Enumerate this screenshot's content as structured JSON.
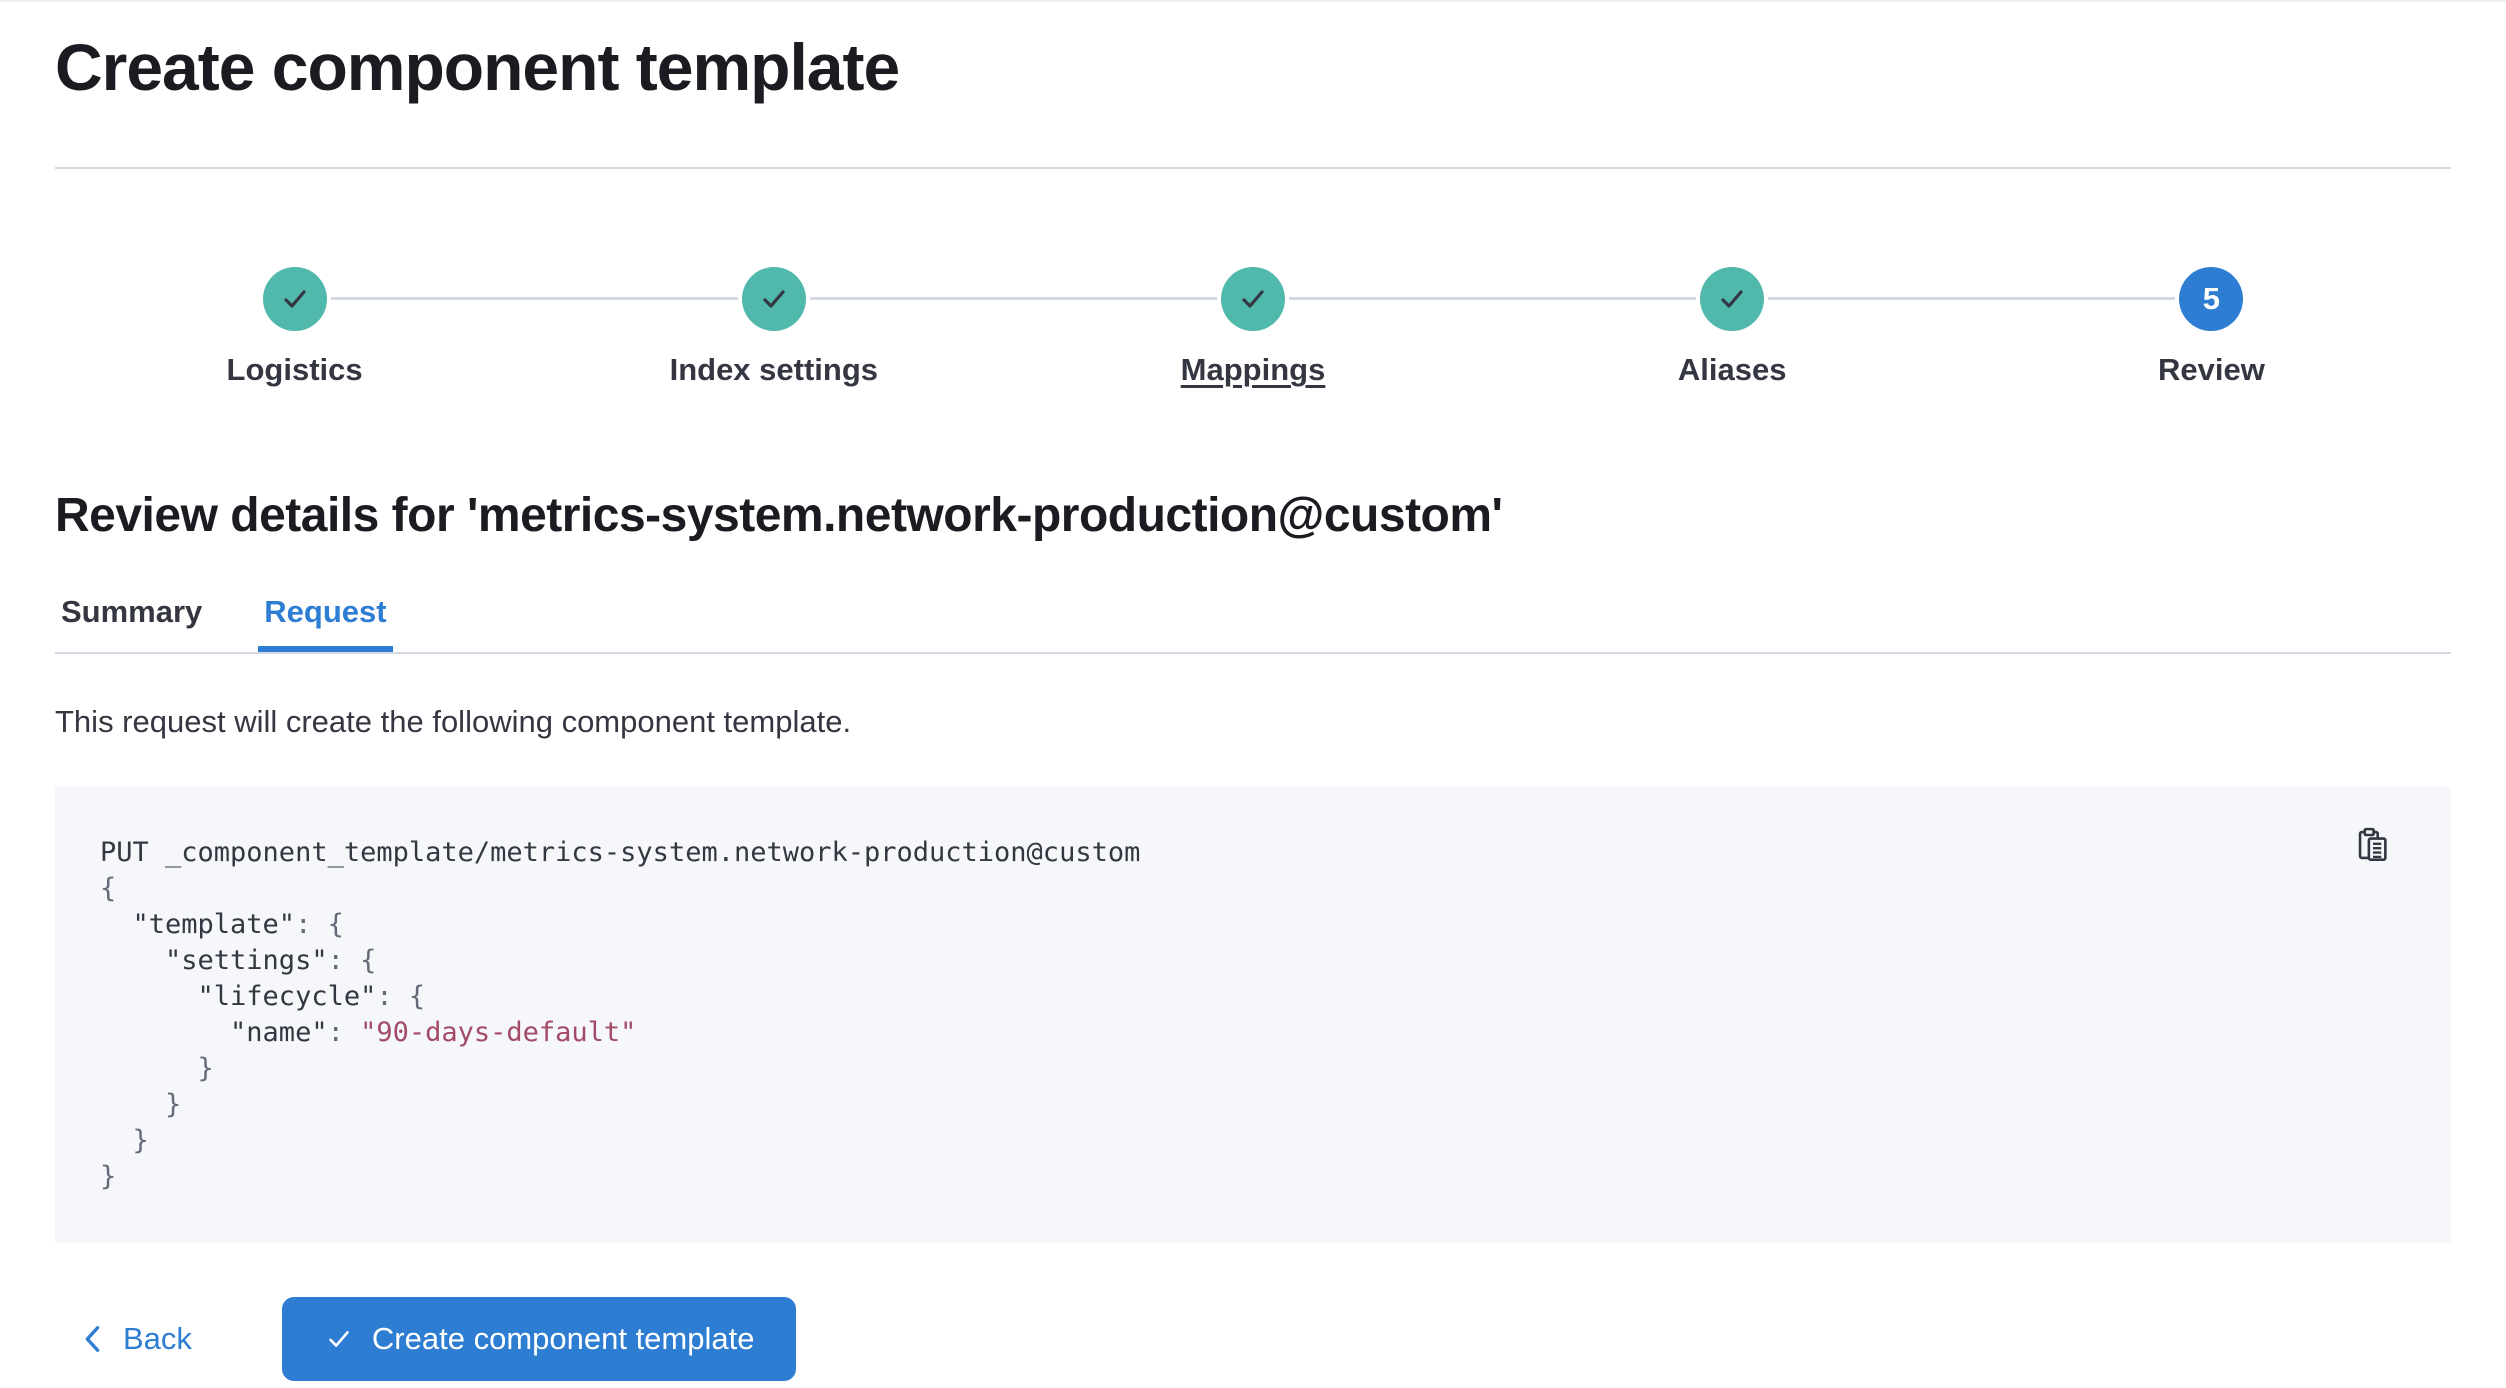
{
  "page": {
    "title": "Create component template"
  },
  "steps": {
    "items": [
      {
        "label": "Logistics",
        "status": "complete"
      },
      {
        "label": "Index settings",
        "status": "complete"
      },
      {
        "label": "Mappings",
        "status": "complete"
      },
      {
        "label": "Aliases",
        "status": "complete"
      },
      {
        "label": "Review",
        "status": "current",
        "number": "5"
      }
    ]
  },
  "review": {
    "heading": "Review details for 'metrics-system.network-production@custom'",
    "tabs": [
      {
        "label": "Summary",
        "active": false
      },
      {
        "label": "Request",
        "active": true
      }
    ],
    "description": "This request will create the following component template."
  },
  "code_block": {
    "copy_icon": "copy-clipboard-icon",
    "lines": [
      [
        [
          "plain",
          "PUT _component_template/metrics-system.network-production@custom"
        ]
      ],
      [
        [
          "punct",
          "{"
        ]
      ],
      [
        [
          "plain",
          "  \"template\""
        ],
        [
          "punct",
          ": {"
        ]
      ],
      [
        [
          "plain",
          "    \"settings\""
        ],
        [
          "punct",
          ": {"
        ]
      ],
      [
        [
          "plain",
          "      \"lifecycle\""
        ],
        [
          "punct",
          ": {"
        ]
      ],
      [
        [
          "plain",
          "        \"name\""
        ],
        [
          "punct",
          ": "
        ],
        [
          "string",
          "\"90-days-default\""
        ]
      ],
      [
        [
          "punct",
          "      }"
        ]
      ],
      [
        [
          "punct",
          "    }"
        ]
      ],
      [
        [
          "punct",
          "  }"
        ]
      ],
      [
        [
          "punct",
          "}"
        ]
      ]
    ]
  },
  "footer": {
    "back_label": "Back",
    "submit_label": "Create component template"
  },
  "colors": {
    "primary": "#2d7dd2",
    "success": "#50b9ab",
    "border": "#d3dae6",
    "text": "#343741",
    "code_bg": "#f5f7fa",
    "code_string": "#a34a68",
    "code_punct": "#646a77"
  }
}
